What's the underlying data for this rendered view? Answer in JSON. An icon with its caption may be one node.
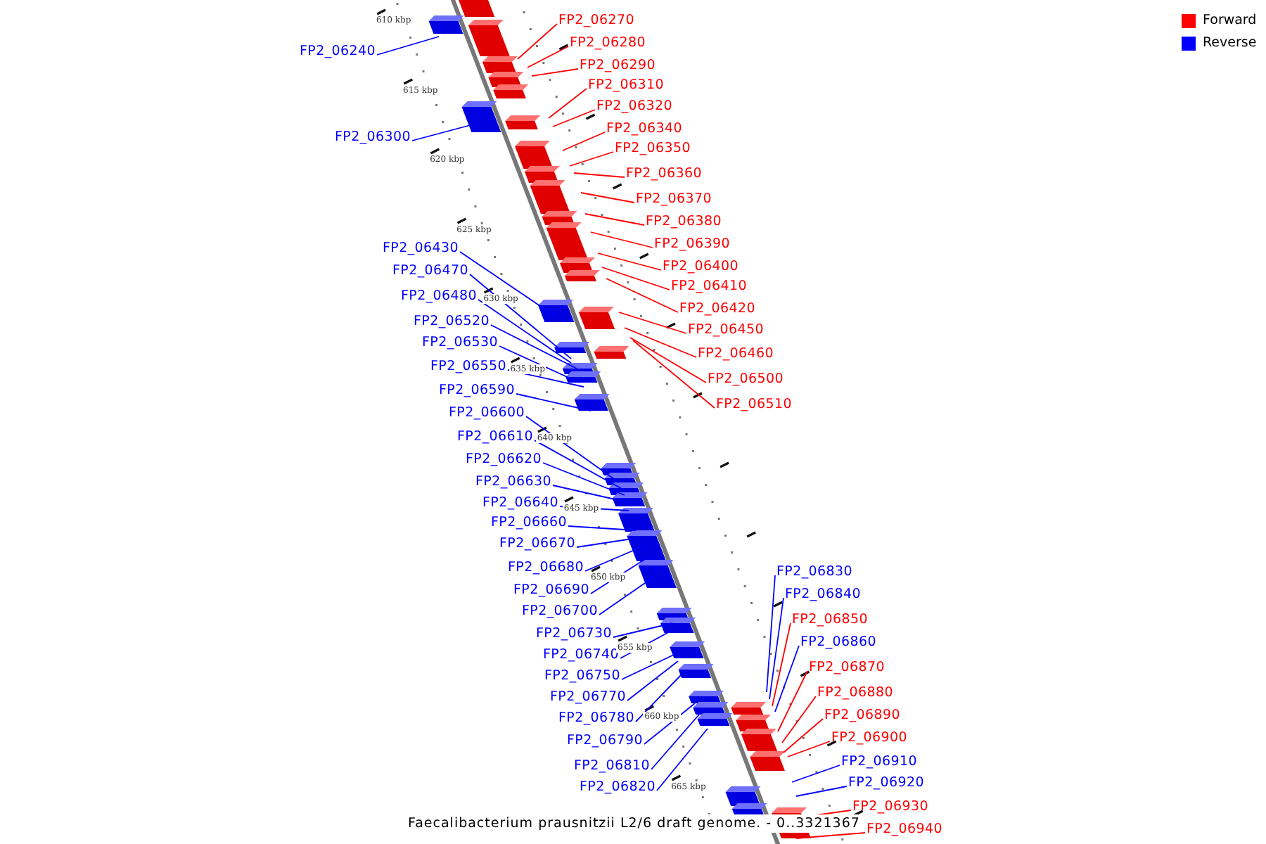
{
  "diagram": {
    "caption": "Faecalibacterium prausnitzii L2/6 draft genome. - 0..3321367",
    "nodes": [
      {
        "text": [
          "FP2_06270"
        ]
      },
      {
        "text": [
          "FP2_06280"
        ]
      },
      {
        "text": [
          "FP2_06240"
        ]
      },
      {
        "text": [
          "FP2_06290"
        ]
      },
      {
        "text": [
          "FP2_06310"
        ]
      },
      {
        "text": [
          "FP2_06320"
        ]
      },
      {
        "text": [
          "FP2_06340"
        ]
      },
      {
        "text": [
          "FP2_06300"
        ]
      },
      {
        "text": [
          "FP2_06350"
        ]
      },
      {
        "text": [
          "FP2_06360"
        ]
      },
      {
        "text": [
          "FP2_06370"
        ]
      },
      {
        "text": [
          "FP2_06380"
        ]
      },
      {
        "text": [
          "FP2_06390"
        ]
      },
      {
        "text": [
          "FP2_06430"
        ]
      },
      {
        "text": [
          "FP2_06400"
        ]
      },
      {
        "text": [
          "FP2_06470"
        ]
      },
      {
        "text": [
          "FP2_06410"
        ]
      },
      {
        "text": [
          "FP2_06480"
        ]
      },
      {
        "text": [
          "FP2_06420"
        ]
      },
      {
        "text": [
          "FP2_06520"
        ]
      },
      {
        "text": [
          "FP2_06450"
        ]
      },
      {
        "text": [
          "FP2_06530"
        ]
      },
      {
        "text": [
          "FP2_06460"
        ]
      },
      {
        "text": [
          "FP2_06550"
        ]
      },
      {
        "text": [
          "FP2_06500"
        ]
      },
      {
        "text": [
          "FP2_06590"
        ]
      },
      {
        "text": [
          "FP2_06510"
        ]
      },
      {
        "text": [
          "FP2_06600"
        ]
      },
      {
        "text": [
          "FP2_06610"
        ]
      },
      {
        "text": [
          "FP2_06620"
        ]
      },
      {
        "text": [
          "FP2_06630"
        ]
      },
      {
        "text": [
          "FP2_06640"
        ]
      },
      {
        "text": [
          "FP2_06660"
        ]
      },
      {
        "text": [
          "FP2_06670"
        ]
      },
      {
        "text": [
          "FP2_06680"
        ]
      },
      {
        "text": [
          "FP2_06830"
        ]
      },
      {
        "text": [
          "FP2_06690"
        ]
      },
      {
        "text": [
          "FP2_06840"
        ]
      },
      {
        "text": [
          "FP2_06700"
        ]
      },
      {
        "text": [
          "FP2_06850"
        ]
      },
      {
        "text": [
          "FP2_06730"
        ]
      },
      {
        "text": [
          "FP2_06860"
        ]
      },
      {
        "text": [
          "FP2_06740"
        ]
      },
      {
        "text": [
          "FP2_06870"
        ]
      },
      {
        "text": [
          "FP2_06750"
        ]
      },
      {
        "text": [
          "FP2_06880"
        ]
      },
      {
        "text": [
          "FP2_06770"
        ]
      },
      {
        "text": [
          "FP2_06890"
        ]
      },
      {
        "text": [
          "FP2_06780"
        ]
      },
      {
        "text": [
          "FP2_06900"
        ]
      },
      {
        "text": [
          "FP2_06790"
        ]
      },
      {
        "text": [
          "FP2_06910"
        ]
      },
      {
        "text": [
          "FP2_06810"
        ]
      },
      {
        "text": [
          "FP2_06920"
        ]
      },
      {
        "text": [
          "FP2_06820"
        ]
      },
      {
        "text": [
          "FP2_06930"
        ]
      },
      {
        "text": [
          "FP2_06940"
        ]
      }
    ],
    "edges": [
      {
        "from": 0,
        "to": null,
        "arrow": "none",
        "color": "#ff0000"
      },
      {
        "from": 1,
        "to": null,
        "arrow": "none",
        "color": "#ff0000"
      },
      {
        "from": 2,
        "to": null,
        "arrow": "none"
      },
      {
        "from": 3,
        "to": null,
        "arrow": "none",
        "color": "#ff0000"
      },
      {
        "from": 4,
        "to": null,
        "arrow": "none",
        "color": "#ff0000"
      },
      {
        "from": 5,
        "to": null,
        "arrow": "none",
        "color": "#ff0000"
      },
      {
        "from": 6,
        "to": null,
        "arrow": "none",
        "color": "#ff0000"
      },
      {
        "from": 7,
        "to": null,
        "arrow": "none"
      },
      {
        "from": 8,
        "to": null,
        "arrow": "none",
        "color": "#ff0000"
      },
      {
        "from": 9,
        "to": null,
        "arrow": "none",
        "color": "#ff0000"
      },
      {
        "from": 10,
        "to": null,
        "arrow": "none",
        "color": "#ff0000"
      },
      {
        "from": 11,
        "to": null,
        "arrow": "none",
        "color": "#ff0000"
      },
      {
        "from": 12,
        "to": null,
        "arrow": "none",
        "color": "#ff0000"
      },
      {
        "from": 13,
        "to": null,
        "arrow": "none"
      },
      {
        "from": 14,
        "to": null,
        "arrow": "none",
        "color": "#ff0000"
      },
      {
        "from": 15,
        "to": null,
        "arrow": "none"
      },
      {
        "from": 16,
        "to": null,
        "arrow": "none",
        "color": "#ff0000"
      },
      {
        "from": 17,
        "to": null,
        "arrow": "none"
      },
      {
        "from": 18,
        "to": null,
        "arrow": "none",
        "color": "#ff0000"
      },
      {
        "from": 19,
        "to": null,
        "arrow": "none"
      },
      {
        "from": 20,
        "to": null,
        "arrow": "none",
        "color": "#ff0000"
      },
      {
        "from": 21,
        "to": null,
        "arrow": "none"
      },
      {
        "from": 22,
        "to": null,
        "arrow": "none",
        "color": "#ff0000"
      },
      {
        "from": 23,
        "to": null,
        "arrow": "none"
      },
      {
        "from": 24,
        "to": null,
        "arrow": "none",
        "color": "#ff0000"
      },
      {
        "from": 25,
        "to": null,
        "arrow": "none"
      },
      {
        "from": 26,
        "to": null,
        "arrow": "none",
        "color": "#ff0000"
      },
      {
        "from": 27,
        "to": null,
        "arrow": "none"
      },
      {
        "from": 28,
        "to": null,
        "arrow": "none"
      },
      {
        "from": 29,
        "to": null,
        "arrow": "none"
      },
      {
        "from": 30,
        "to": null,
        "arrow": "none"
      },
      {
        "from": 31,
        "to": null,
        "arrow": "none"
      },
      {
        "from": 32,
        "to": null,
        "arrow": "none"
      },
      {
        "from": 33,
        "to": null,
        "arrow": "none"
      },
      {
        "from": 34,
        "to": null,
        "arrow": "none"
      },
      {
        "from": 35,
        "to": null,
        "arrow": "none"
      },
      {
        "from": 36,
        "to": null,
        "arrow": "none"
      },
      {
        "from": 37,
        "to": null,
        "arrow": "none"
      },
      {
        "from": 38,
        "to": null,
        "arrow": "none"
      },
      {
        "from": 39,
        "to": null,
        "arrow": "none",
        "color": "#ff0000"
      },
      {
        "from": 40,
        "to": null,
        "arrow": "none"
      },
      {
        "from": 41,
        "to": null,
        "arrow": "none"
      },
      {
        "from": 42,
        "to": null,
        "arrow": "none"
      },
      {
        "from": 43,
        "to": null,
        "arrow": "none",
        "color": "#ff0000"
      },
      {
        "from": 44,
        "to": null,
        "arrow": "none"
      },
      {
        "from": 45,
        "to": null,
        "arrow": "none",
        "color": "#ff0000"
      },
      {
        "from": 46,
        "to": null,
        "arrow": "none"
      },
      {
        "from": 47,
        "to": null,
        "arrow": "none",
        "color": "#ff0000"
      },
      {
        "from": 48,
        "to": null,
        "arrow": "none"
      },
      {
        "from": 49,
        "to": null,
        "arrow": "none",
        "color": "#ff0000"
      },
      {
        "from": 50,
        "to": null,
        "arrow": "none"
      },
      {
        "from": 51,
        "to": null,
        "arrow": "none"
      },
      {
        "from": 52,
        "to": null,
        "arrow": "none"
      },
      {
        "from": 53,
        "to": null,
        "arrow": "none"
      },
      {
        "from": 54,
        "to": null,
        "arrow": "none"
      },
      {
        "from": 55,
        "to": null,
        "arrow": "none",
        "color": "#ff0000"
      },
      {
        "from": 56,
        "to": null,
        "arrow": "none",
        "color": "#ff0000"
      }
    ],
    "labels": [
      "610 kbp",
      "615 kbp",
      "620 kbp",
      "625 kbp",
      "630 kbp",
      "635 kbp",
      "640 kbp",
      "645 kbp",
      "650 kbp",
      "655 kbp",
      "660 kbp",
      "665 kbp"
    ],
    "legend": [
      {
        "text": "Forward",
        "color": "#ff0000"
      },
      {
        "text": "Reverse",
        "color": "#0000ff"
      }
    ]
  }
}
